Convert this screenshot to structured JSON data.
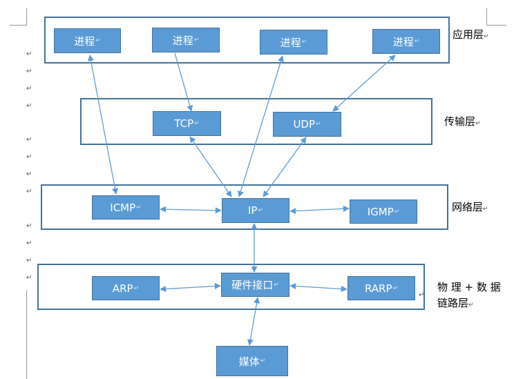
{
  "colors": {
    "box_fill": "#5b9bd5",
    "box_border": "#41719c",
    "arrow": "#5b9bd5",
    "text_on_box": "#ffffff"
  },
  "return_mark": "↵",
  "layers": {
    "application": {
      "label": "应用层",
      "boxes": [
        "进程",
        "进程",
        "进程",
        "进程"
      ]
    },
    "transport": {
      "label": "传输层",
      "boxes": [
        "TCP",
        "UDP"
      ]
    },
    "network": {
      "label": "网络层",
      "boxes": [
        "ICMP",
        "IP",
        "IGMP"
      ]
    },
    "link": {
      "label_line1": "物 理 + 数 据",
      "label_line2": "链路层",
      "boxes": [
        "ARP",
        "硬件接口",
        "RARP"
      ]
    }
  },
  "media": {
    "label": "媒体"
  }
}
